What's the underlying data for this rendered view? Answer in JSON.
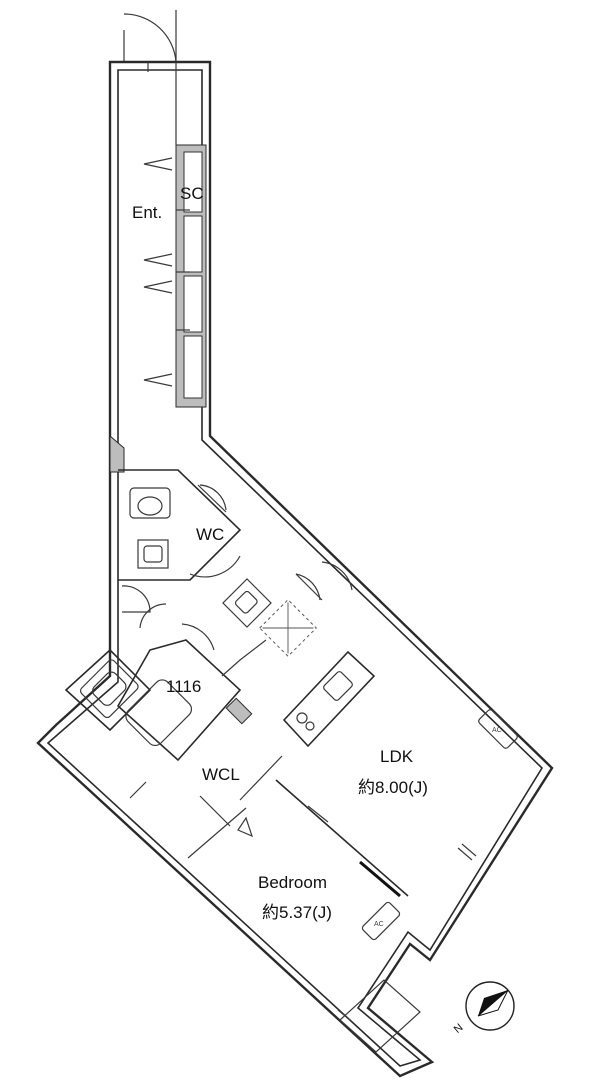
{
  "rooms": {
    "entrance": "Ent.",
    "shoe_closet": "SC",
    "toilet": "WC",
    "bath": "1116",
    "walk_in_closet": "WCL",
    "ldk": "LDK",
    "ldk_size": "約8.00(J)",
    "bedroom": "Bedroom",
    "bedroom_size": "約5.37(J)"
  },
  "fixtures": {
    "ac_mark": "AC"
  },
  "compass": {
    "north": "N"
  }
}
